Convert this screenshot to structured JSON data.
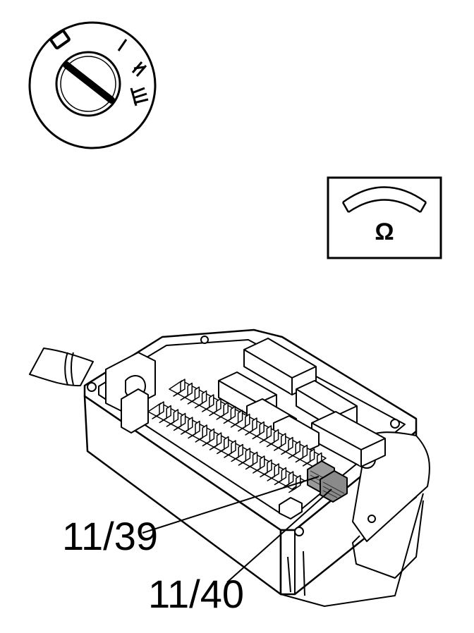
{
  "ignition_switch": {
    "position_marks": [
      "0",
      "I",
      "II",
      "III"
    ]
  },
  "ohmmeter": {
    "unit_symbol": "Ω"
  },
  "callouts": [
    {
      "id": "terminal-11-39",
      "label": "11/39"
    },
    {
      "id": "terminal-11-40",
      "label": "11/40"
    }
  ]
}
